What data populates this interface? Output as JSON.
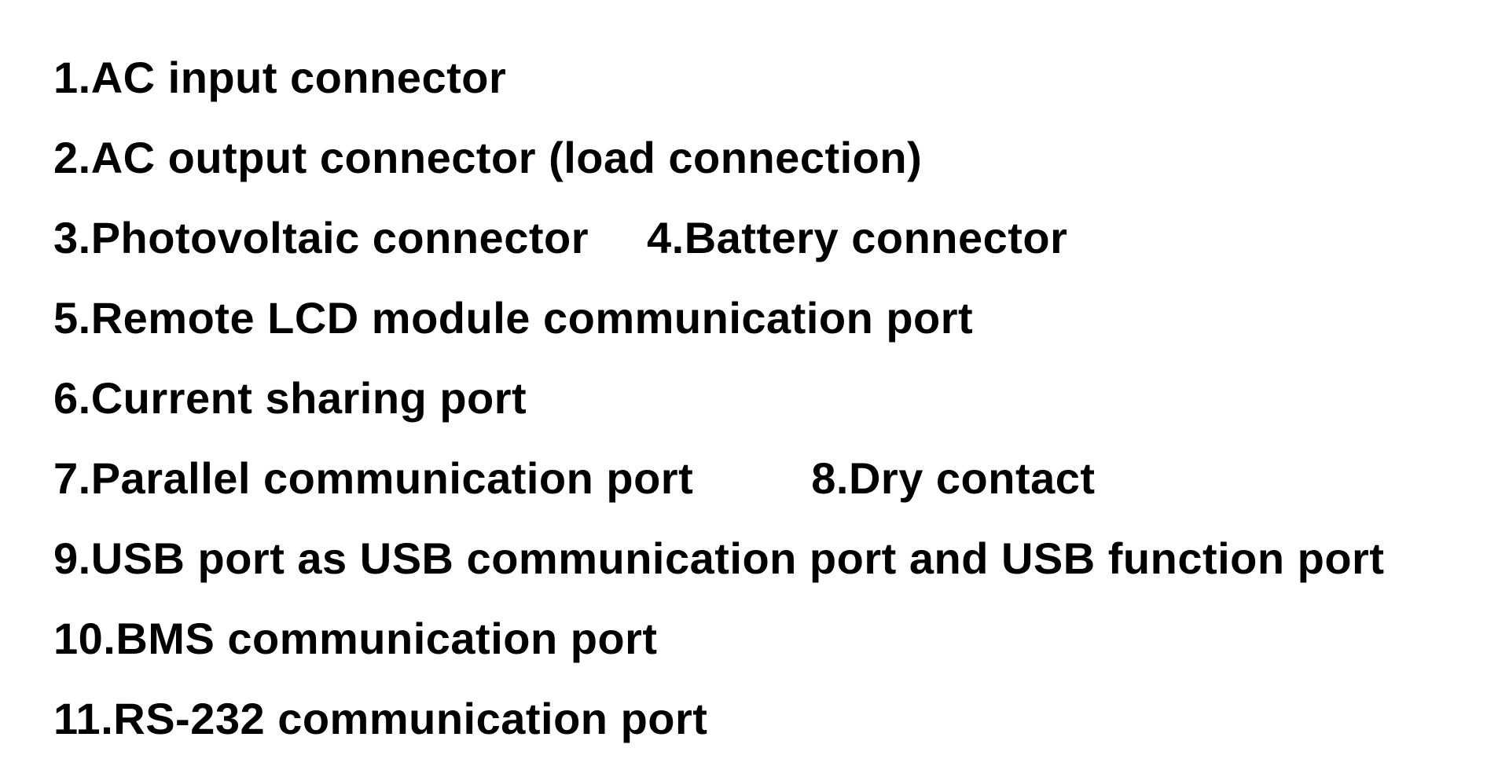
{
  "legend": {
    "items": [
      {
        "number": "1",
        "label": "1.AC input connector"
      },
      {
        "number": "2",
        "label": "2.AC output connector (load connection)"
      },
      {
        "number": "3",
        "label": "3.Photovoltaic connector"
      },
      {
        "number": "4",
        "label": "4.Battery connector"
      },
      {
        "number": "5",
        "label": "5.Remote LCD module communication port"
      },
      {
        "number": "6",
        "label": "6.Current sharing port"
      },
      {
        "number": "7",
        "label": "7.Parallel communication port"
      },
      {
        "number": "8",
        "label": "8.Dry contact"
      },
      {
        "number": "9",
        "label": "9.USB port as USB communication port and USB function port"
      },
      {
        "number": "10",
        "label": "10.BMS communication port"
      },
      {
        "number": "11",
        "label": "11.RS-232 communication port"
      }
    ]
  }
}
